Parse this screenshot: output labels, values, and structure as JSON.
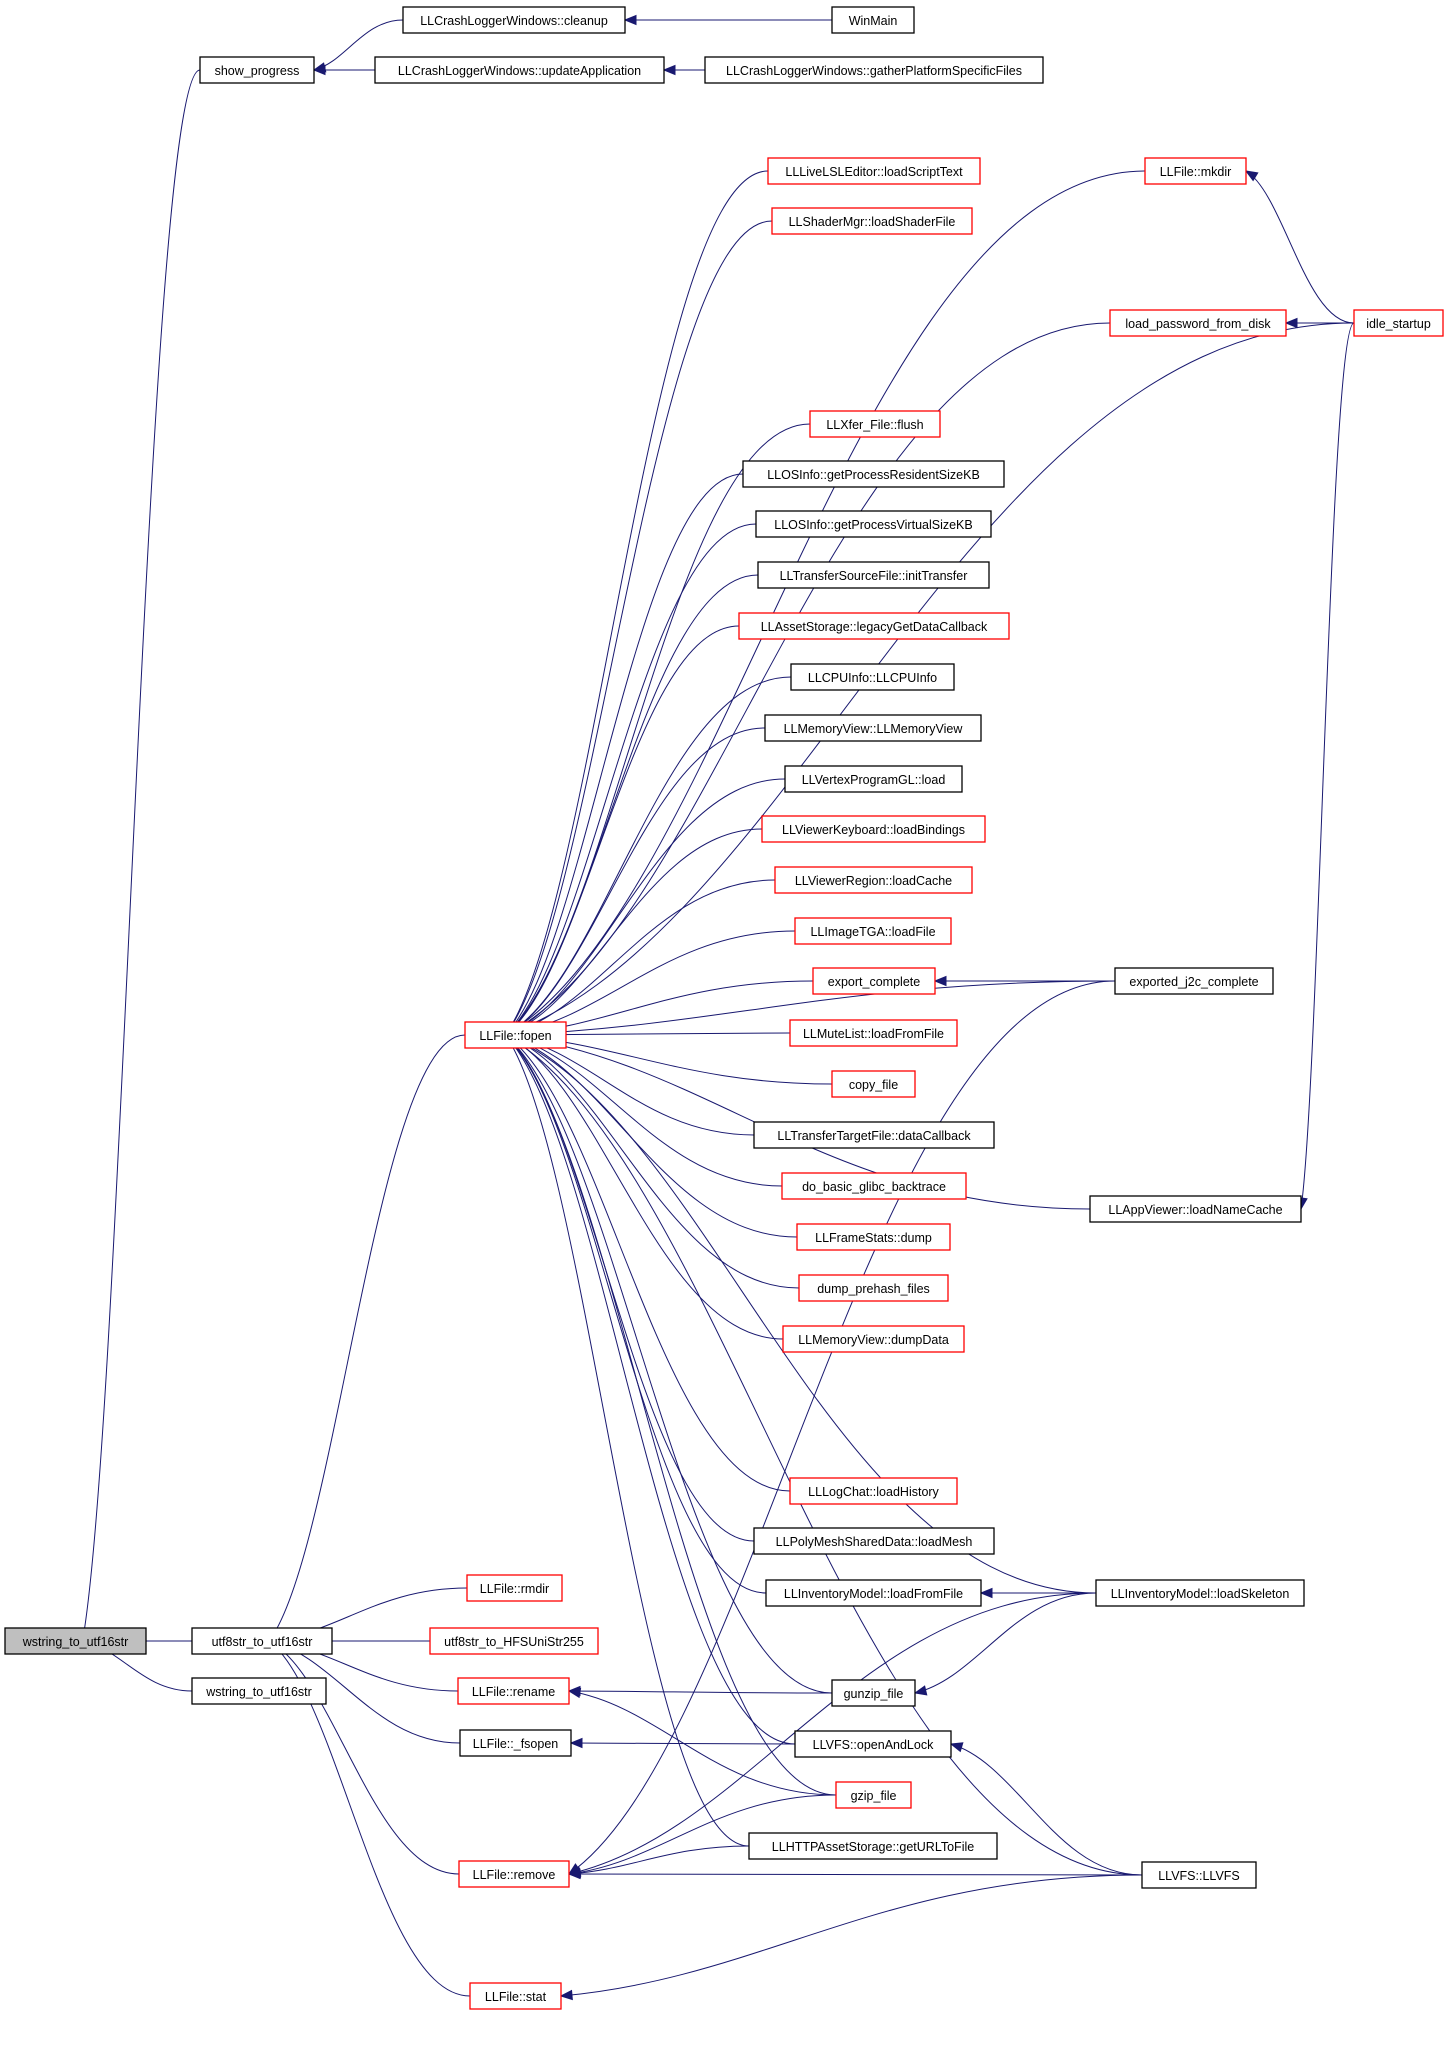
{
  "colors": {
    "edge": "#191970",
    "border_default": "#000000",
    "border_red": "#ff0000",
    "highlight_fill": "#bfbfbf",
    "fill": "#ffffff"
  },
  "nodes": [
    {
      "id": "wstr_root",
      "label": "wstring_to_utf16str",
      "border": "black",
      "highlight": true
    },
    {
      "id": "utf8",
      "label": "utf8str_to_utf16str",
      "border": "black"
    },
    {
      "id": "wstr2",
      "label": "wstring_to_utf16str",
      "border": "black"
    },
    {
      "id": "show_progress",
      "label": "show_progress",
      "border": "black"
    },
    {
      "id": "cleanup",
      "label": "LLCrashLoggerWindows::cleanup",
      "border": "black"
    },
    {
      "id": "winmain",
      "label": "WinMain",
      "border": "black"
    },
    {
      "id": "updateapp",
      "label": "LLCrashLoggerWindows::updateApplication",
      "border": "black"
    },
    {
      "id": "gatherpsf",
      "label": "LLCrashLoggerWindows::gatherPlatformSpecificFiles",
      "border": "black"
    },
    {
      "id": "fopen",
      "label": "LLFile::fopen",
      "border": "red"
    },
    {
      "id": "rmdir",
      "label": "LLFile::rmdir",
      "border": "red"
    },
    {
      "id": "hfs",
      "label": "utf8str_to_HFSUniStr255",
      "border": "red"
    },
    {
      "id": "rename",
      "label": "LLFile::rename",
      "border": "red"
    },
    {
      "id": "_fsopen",
      "label": "LLFile::_fsopen",
      "border": "black"
    },
    {
      "id": "remove",
      "label": "LLFile::remove",
      "border": "red"
    },
    {
      "id": "stat",
      "label": "LLFile::stat",
      "border": "red"
    },
    {
      "id": "loadScriptText",
      "label": "LLLiveLSLEditor::loadScriptText",
      "border": "red"
    },
    {
      "id": "loadShaderFile",
      "label": "LLShaderMgr::loadShaderFile",
      "border": "red"
    },
    {
      "id": "loadpw",
      "label": "load_password_from_disk",
      "border": "red"
    },
    {
      "id": "xfer",
      "label": "LLXfer_File::flush",
      "border": "red"
    },
    {
      "id": "procRes",
      "label": "LLOSInfo::getProcessResidentSizeKB",
      "border": "black"
    },
    {
      "id": "procVirt",
      "label": "LLOSInfo::getProcessVirtualSizeKB",
      "border": "black"
    },
    {
      "id": "initTransfer",
      "label": "LLTransferSourceFile::initTransfer",
      "border": "black"
    },
    {
      "id": "legacyGet",
      "label": "LLAssetStorage::legacyGetDataCallback",
      "border": "red"
    },
    {
      "id": "cpuinfo",
      "label": "LLCPUInfo::LLCPUInfo",
      "border": "black"
    },
    {
      "id": "memview",
      "label": "LLMemoryView::LLMemoryView",
      "border": "black"
    },
    {
      "id": "vpgl",
      "label": "LLVertexProgramGL::load",
      "border": "black"
    },
    {
      "id": "loadBindings",
      "label": "LLViewerKeyboard::loadBindings",
      "border": "red"
    },
    {
      "id": "loadCache",
      "label": "LLViewerRegion::loadCache",
      "border": "red"
    },
    {
      "id": "imagetga",
      "label": "LLImageTGA::loadFile",
      "border": "red"
    },
    {
      "id": "export_complete",
      "label": "export_complete",
      "border": "red"
    },
    {
      "id": "mutelist",
      "label": "LLMuteList::loadFromFile",
      "border": "red"
    },
    {
      "id": "copy_file",
      "label": "copy_file",
      "border": "red"
    },
    {
      "id": "dataCallback",
      "label": "LLTransferTargetFile::dataCallback",
      "border": "black"
    },
    {
      "id": "glibc",
      "label": "do_basic_glibc_backtrace",
      "border": "red"
    },
    {
      "id": "framestats",
      "label": "LLFrameStats::dump",
      "border": "red"
    },
    {
      "id": "prehash",
      "label": "dump_prehash_files",
      "border": "red"
    },
    {
      "id": "dumpData",
      "label": "LLMemoryView::dumpData",
      "border": "red"
    },
    {
      "id": "loadHistory",
      "label": "LLLogChat::loadHistory",
      "border": "red"
    },
    {
      "id": "loadMesh",
      "label": "LLPolyMeshSharedData::loadMesh",
      "border": "black"
    },
    {
      "id": "invLoadFromFile",
      "label": "LLInventoryModel::loadFromFile",
      "border": "black"
    },
    {
      "id": "gunzip",
      "label": "gunzip_file",
      "border": "black"
    },
    {
      "id": "openAndLock",
      "label": "LLVFS::openAndLock",
      "border": "black"
    },
    {
      "id": "gzip",
      "label": "gzip_file",
      "border": "red"
    },
    {
      "id": "httpasset",
      "label": "LLHTTPAssetStorage::getURLToFile",
      "border": "black"
    },
    {
      "id": "mkdir",
      "label": "LLFile::mkdir",
      "border": "red"
    },
    {
      "id": "idle",
      "label": "idle_startup",
      "border": "red"
    },
    {
      "id": "j2c",
      "label": "exported_j2c_complete",
      "border": "black"
    },
    {
      "id": "namecache",
      "label": "LLAppViewer::loadNameCache",
      "border": "black"
    },
    {
      "id": "skeleton",
      "label": "LLInventoryModel::loadSkeleton",
      "border": "black"
    },
    {
      "id": "llvfs",
      "label": "LLVFS::LLVFS",
      "border": "black"
    }
  ],
  "edges": [
    [
      "utf8",
      "wstr_root"
    ],
    [
      "wstr2",
      "wstr_root"
    ],
    [
      "show_progress",
      "wstr_root"
    ],
    [
      "cleanup",
      "show_progress"
    ],
    [
      "updateapp",
      "show_progress"
    ],
    [
      "winmain",
      "cleanup"
    ],
    [
      "gatherpsf",
      "updateapp"
    ],
    [
      "fopen",
      "utf8"
    ],
    [
      "rmdir",
      "utf8"
    ],
    [
      "hfs",
      "utf8"
    ],
    [
      "rename",
      "utf8"
    ],
    [
      "_fsopen",
      "utf8"
    ],
    [
      "remove",
      "utf8"
    ],
    [
      "stat",
      "utf8"
    ],
    [
      "mkdir",
      "fopen"
    ],
    [
      "loadScriptText",
      "fopen"
    ],
    [
      "loadShaderFile",
      "fopen"
    ],
    [
      "idle",
      "fopen"
    ],
    [
      "loadpw",
      "fopen"
    ],
    [
      "j2c",
      "fopen"
    ],
    [
      "xfer",
      "fopen"
    ],
    [
      "procRes",
      "fopen"
    ],
    [
      "procVirt",
      "fopen"
    ],
    [
      "initTransfer",
      "fopen"
    ],
    [
      "legacyGet",
      "fopen"
    ],
    [
      "cpuinfo",
      "fopen"
    ],
    [
      "memview",
      "fopen"
    ],
    [
      "vpgl",
      "fopen"
    ],
    [
      "loadBindings",
      "fopen"
    ],
    [
      "loadCache",
      "fopen"
    ],
    [
      "imagetga",
      "fopen"
    ],
    [
      "export_complete",
      "fopen"
    ],
    [
      "mutelist",
      "fopen"
    ],
    [
      "copy_file",
      "fopen"
    ],
    [
      "dataCallback",
      "fopen"
    ],
    [
      "glibc",
      "fopen"
    ],
    [
      "framestats",
      "fopen"
    ],
    [
      "prehash",
      "fopen"
    ],
    [
      "dumpData",
      "fopen"
    ],
    [
      "namecache",
      "fopen"
    ],
    [
      "skeleton",
      "fopen"
    ],
    [
      "loadHistory",
      "fopen"
    ],
    [
      "loadMesh",
      "fopen"
    ],
    [
      "invLoadFromFile",
      "fopen"
    ],
    [
      "llvfs",
      "fopen"
    ],
    [
      "gunzip",
      "fopen"
    ],
    [
      "openAndLock",
      "fopen"
    ],
    [
      "gzip",
      "fopen"
    ],
    [
      "httpasset",
      "fopen"
    ],
    [
      "idle",
      "mkdir"
    ],
    [
      "idle",
      "loadpw"
    ],
    [
      "j2c",
      "export_complete"
    ],
    [
      "idle",
      "namecache"
    ],
    [
      "skeleton",
      "invLoadFromFile"
    ],
    [
      "skeleton",
      "gunzip"
    ],
    [
      "gunzip",
      "rename"
    ],
    [
      "gzip",
      "rename"
    ],
    [
      "openAndLock",
      "_fsopen"
    ],
    [
      "llvfs",
      "openAndLock"
    ],
    [
      "gzip",
      "remove"
    ],
    [
      "httpasset",
      "remove"
    ],
    [
      "j2c",
      "remove"
    ],
    [
      "skeleton",
      "remove"
    ],
    [
      "llvfs",
      "remove"
    ],
    [
      "llvfs",
      "stat"
    ]
  ]
}
